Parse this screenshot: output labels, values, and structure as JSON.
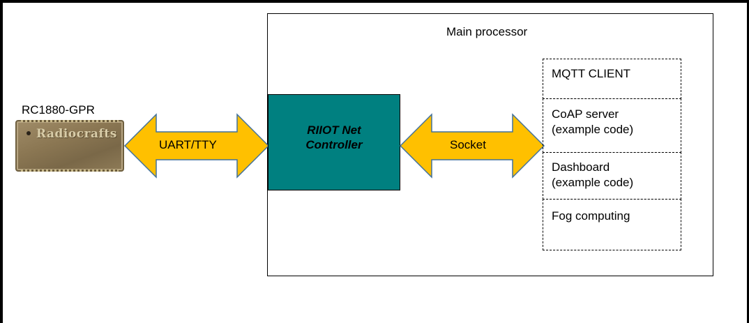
{
  "diagram": {
    "main_processor_label": "Main processor",
    "device_label": "RC1880-GPR",
    "device_brand": "Radiocrafts",
    "controller_line1": "RIIOT Net",
    "controller_line2": "Controller",
    "left_arrow_label": "UART/TTY",
    "right_arrow_label": "Socket",
    "services": [
      {
        "line1": "MQTT CLIENT",
        "line2": ""
      },
      {
        "line1": "CoAP server",
        "line2": "(example code)"
      },
      {
        "line1": "Dashboard",
        "line2": "(example code)"
      },
      {
        "line1": "Fog computing",
        "line2": ""
      }
    ],
    "colors": {
      "controller_fill": "#008080",
      "arrow_fill": "#FFC000",
      "arrow_stroke": "#41719C"
    }
  }
}
